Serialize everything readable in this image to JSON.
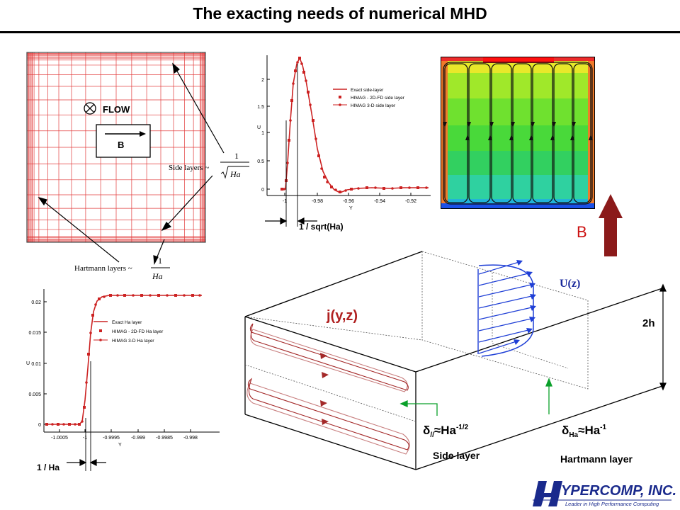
{
  "title": "The exacting needs of numerical MHD",
  "mesh": {
    "flow_label": "FLOW",
    "b_label": "B",
    "side_layers_label": "Side layers ~",
    "side_layers_num": "1",
    "side_layers_den": "Ha",
    "hartmann_layers_label": "Hartmann layers ~",
    "hartmann_layers_num": "1",
    "hartmann_layers_den": "Ha"
  },
  "side_plot": {
    "legend": [
      "Exact side-layer",
      "HIMAG - 2D-FD side layer",
      "HIMAG 3-D side layer"
    ],
    "ylabel": "U",
    "xlabel": "Y",
    "yticks": [
      "0",
      "0.5",
      "1",
      "1.5",
      "2"
    ],
    "xticks": [
      "-1",
      "-0.98",
      "-0.96",
      "-0.94",
      "-0.92"
    ],
    "dimension_label": "1 / sqrt(Ha)"
  },
  "ha_plot": {
    "legend": [
      "Exact Ha layer",
      "HIMAG - 2D-FD Ha layer",
      "HIMAG 3-D Ha layer"
    ],
    "ylabel": "U",
    "xlabel": "Y",
    "yticks": [
      "0",
      "0.005",
      "0.01",
      "0.015",
      "0.02"
    ],
    "xticks": [
      "-1.0005",
      "-1",
      "-0.9995",
      "-0.999",
      "-0.9985",
      "-0.998"
    ],
    "dimension_label": "1 / Ha"
  },
  "duct": {
    "b_label": "B",
    "uz_label": "U(z)",
    "j_label": "j(y,z)",
    "height_label": "2h",
    "delta": "δ",
    "approx": "≈Ha",
    "side_sub": "//",
    "side_exp": "-1/2",
    "ha_sub": "Ha",
    "ha_exp": "-1",
    "side_layer_label": "Side layer",
    "hartmann_layer_label": "Hartmann layer"
  },
  "logo": {
    "letter": "H",
    "name": "YPERCOMP, INC.",
    "tagline": "Leader in High Performance Computing"
  },
  "colors": {
    "mesh": "#e23b3b",
    "plot_line": "#cc2222",
    "current": "#a42a2a",
    "velocity": "#1f3fd6",
    "arrow_green": "#0aa02a",
    "b_arrow": "#8b1a1a",
    "logo_blue": "#1a2a8c"
  }
}
